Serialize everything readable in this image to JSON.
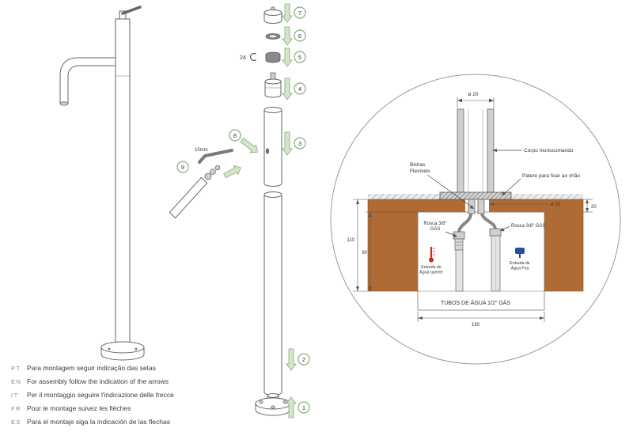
{
  "legend": {
    "items": [
      {
        "code": "PT",
        "text": "Para montagem seguir indicação das setas"
      },
      {
        "code": "EN",
        "text": "For assembly follow the indication of the arrows"
      },
      {
        "code": "IT",
        "text": "Per il montaggio seguire l'indicazione delle frecce"
      },
      {
        "code": "FR",
        "text": "Pour le montage suivez les flèches"
      },
      {
        "code": "ES",
        "text": "Para el montaje siga la indicación de las flechas"
      }
    ]
  },
  "steps": [
    "1",
    "2",
    "3",
    "4",
    "5",
    "6",
    "7",
    "8",
    "9"
  ],
  "tools": {
    "allen_key": "10mm",
    "wrench": "24"
  },
  "detail": {
    "corpo": "Corpo monocomando",
    "bichas_line1": "Bichas",
    "bichas_line2": "Flexíveis",
    "patere": "Patere para fixar ao chão",
    "rosca_left_line1": "Rosca 3/8\"",
    "rosca_left_line2": "GÁS",
    "rosca_right": "Rosca 3/8\" GÁS",
    "hot_line1": "Entrada de",
    "hot_line2": "Água quente",
    "cold_line1": "Entrada de",
    "cold_line2": "Água Fria",
    "tubos": "TUBOS DE ÁGUA 1/2\" GÁS",
    "dim_dia_top": "ø 20",
    "dim_dia_plate": "ø 20",
    "dim_20": "20",
    "dim_110": "110",
    "dim_90": "90",
    "dim_150": "150"
  },
  "colors": {
    "arrow_green": "#d3e6c8",
    "slab_brown": "#b06a33",
    "hot_red": "#cc2a1e",
    "cold_blue": "#2a4fa0"
  }
}
